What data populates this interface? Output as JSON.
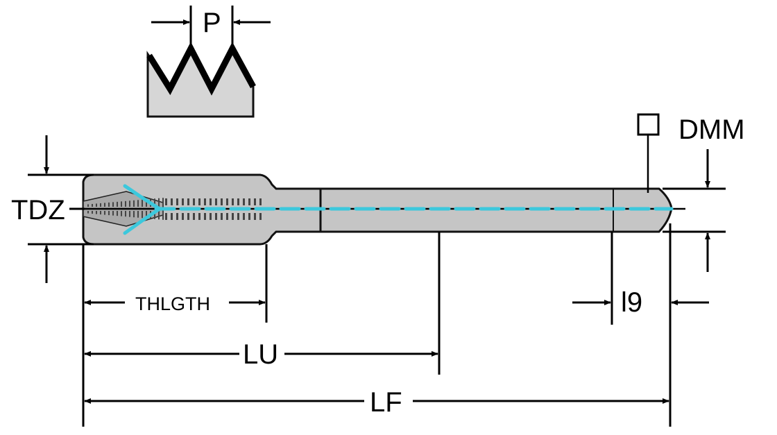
{
  "labels": {
    "pitch": "P",
    "thread_diameter": "TDZ",
    "shank_diameter": "DMM",
    "thread_length": "THLGTH",
    "usable_length": "LU",
    "functional_length": "LF",
    "square_length": "l9"
  },
  "colors": {
    "tool_body": "#c8c8c8",
    "tool_outline": "#111111",
    "coolant_channel": "#3cc8dc",
    "dimension_line": "#000000",
    "thread_profile": "#d6d6d6"
  },
  "icons": {
    "square_symbol": "square-section-icon",
    "arrow": "arrowhead-icon"
  }
}
